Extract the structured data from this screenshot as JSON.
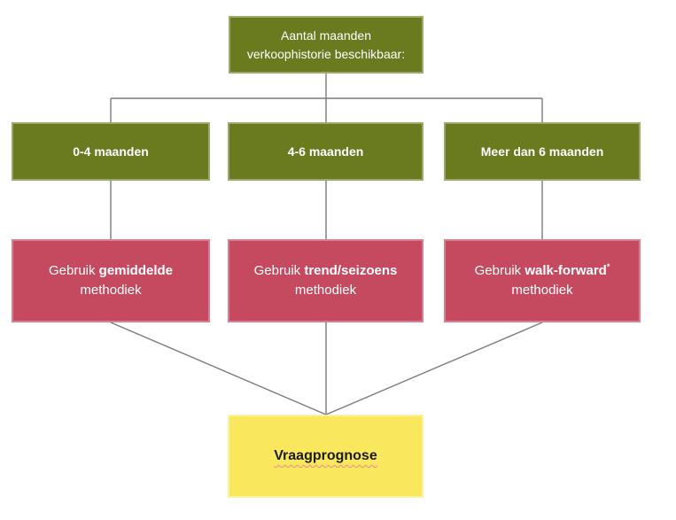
{
  "colors": {
    "branch_green": "#697a1f",
    "method_red": "#c54a60",
    "result_yellow": "#f9e85e",
    "line_gray": "#7a7a7a",
    "squiggle_red": "#e98a8a",
    "box_text_light": "#ffffff",
    "result_text_dark": "#1c1c1c"
  },
  "root": {
    "line1": "Aantal maanden",
    "line2": "verkoophistorie beschikbaar:"
  },
  "branches": [
    {
      "label": "0-4 maanden",
      "method": {
        "prefix": "Gebruik",
        "keyword": "gemiddelde",
        "sup": "",
        "line2": "methodiek"
      }
    },
    {
      "label": "4-6 maanden",
      "method": {
        "prefix": "Gebruik",
        "keyword": "trend/seizoens",
        "sup": "",
        "line2": "methodiek"
      }
    },
    {
      "label": "Meer dan 6 maanden",
      "method": {
        "prefix": "Gebruik",
        "keyword": "walk-forward",
        "sup": "*",
        "line2": "methodiek"
      }
    }
  ],
  "result": {
    "label": "Vraagprognose"
  }
}
